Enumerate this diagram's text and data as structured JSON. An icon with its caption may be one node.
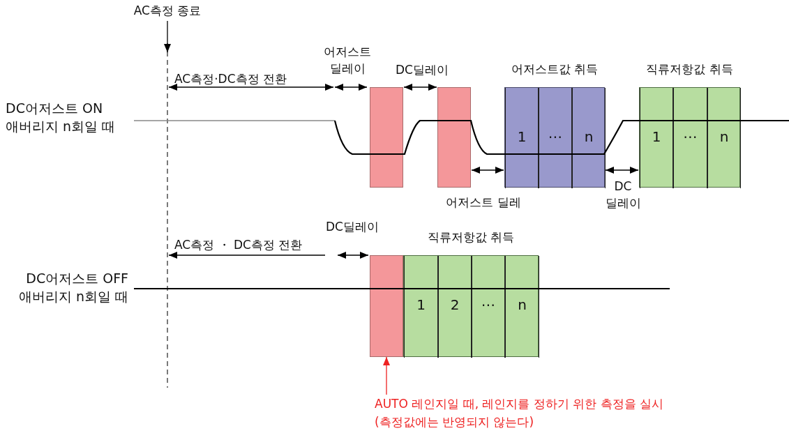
{
  "diagram": {
    "nodes": [
      {
        "text": [
          "AC측정 종료"
        ]
      },
      {
        "text": [],
        "shape": "box"
      },
      {
        "text": [],
        "shape": "box"
      },
      {
        "text": [
          "어저스트값 취득"
        ]
      },
      {
        "text": [
          "1"
        ],
        "in": 3
      },
      {
        "text": [
          "⋯"
        ],
        "in": 3
      },
      {
        "text": [
          "n"
        ],
        "in": 3
      },
      {
        "text": [
          "직류저항값 취득"
        ]
      },
      {
        "text": [
          "1"
        ],
        "in": 7
      },
      {
        "text": [
          "⋯"
        ],
        "in": 7
      },
      {
        "text": [
          "n"
        ],
        "in": 7
      },
      {
        "text": [],
        "shape": "box"
      },
      {
        "text": [
          "직류저항값 취득"
        ]
      },
      {
        "text": [
          "1"
        ],
        "in": 12
      },
      {
        "text": [
          "2"
        ],
        "in": 12
      },
      {
        "text": [
          "⋯"
        ],
        "in": 12
      },
      {
        "text": [
          "n"
        ],
        "in": 12
      },
      {
        "text": [
          "AUTO 레인지일 때, 레인지를 정하기 위한 측정을 실시 (측정값에는 반영되지 않는다)"
        ]
      }
    ],
    "edges": [
      {
        "from": 0,
        "to": null,
        "arrow": "to"
      },
      {
        "from": 17,
        "to": 11,
        "arrow": "to",
        "color": "#ee2222"
      },
      {
        "from": 1,
        "to": 2,
        "arrow": "both",
        "label": "DC딜레이"
      },
      {
        "from": 2,
        "to": 4,
        "arrow": "both",
        "label": "어저스트 딜레"
      },
      {
        "from": 6,
        "to": 8,
        "arrow": "both",
        "label": "DC 딜레이"
      }
    ],
    "labels": [
      "DC어저스트 ON 애버리지 n회일 때",
      "AC측정·DC측정 전환",
      "어저스트 딜레이",
      "DC어저스트 OFF 애버리지 n회일 때",
      "AC측정 ・ DC측정 전환",
      "DC딜레이"
    ]
  }
}
